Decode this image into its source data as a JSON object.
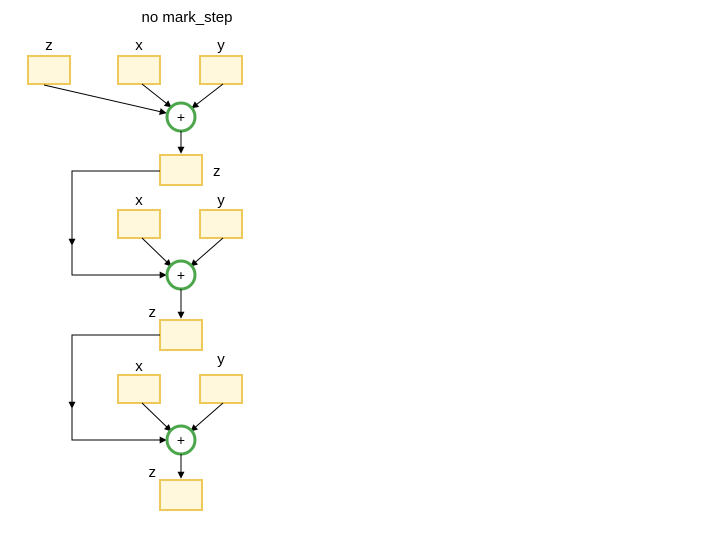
{
  "title": "no mark_step",
  "colors": {
    "background": "#ffffff",
    "node-fill": "#fff8dc",
    "node-border": "#efc85a",
    "op-fill": "#ffffff",
    "op-border": "#4ca64c",
    "edge": "#000000",
    "text": "#000000"
  },
  "steps": [
    {
      "inputs": {
        "z": "z",
        "x": "x",
        "y": "y"
      },
      "op": "+",
      "output": "z"
    },
    {
      "inputs": {
        "x": "x",
        "y": "y"
      },
      "op": "+",
      "output": "z"
    },
    {
      "inputs": {
        "x": "x",
        "y": "y"
      },
      "op": "+",
      "output": "z"
    }
  ]
}
